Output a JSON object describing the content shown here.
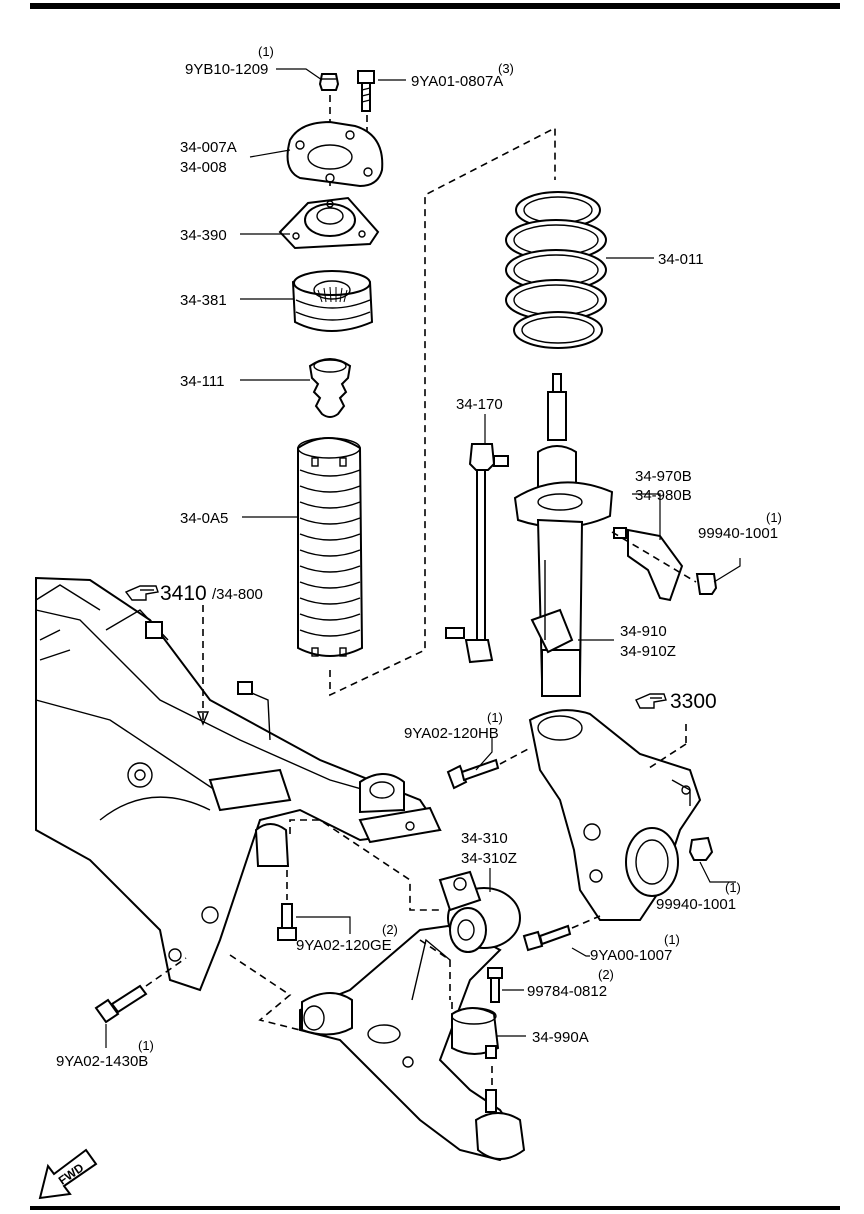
{
  "labels": {
    "nut_top": {
      "part": "9YB10-1209",
      "qty": "(1)"
    },
    "bolt_top": {
      "part": "9YA01-0807A",
      "qty": "(3)"
    },
    "mount_plate": {
      "part1": "34-007A",
      "part2": "34-008"
    },
    "mount": {
      "part": "34-390"
    },
    "bearing": {
      "part": "34-381"
    },
    "bump_stop": {
      "part": "34-111"
    },
    "dust_boot": {
      "part": "34-0A5"
    },
    "coil_spring": {
      "part": "34-011"
    },
    "stabilizer_link": {
      "part": "34-170"
    },
    "bracket": {
      "part1": "34-970B",
      "part2": "34-980B"
    },
    "nut_bracket": {
      "part": "99940-1001",
      "qty": "(1)"
    },
    "strut": {
      "part1": "34-910",
      "part2": "34-910Z"
    },
    "ref_crossmember": {
      "main": "3410",
      "sub": "/34-800"
    },
    "ref_knuckle": {
      "main": "3300"
    },
    "bolt_knuckle": {
      "part": "9YA02-120HB",
      "qty": "(1)"
    },
    "lower_arm": {
      "part1": "34-310",
      "part2": "34-310Z"
    },
    "nut_knuckle": {
      "part": "99940-1001",
      "qty": "(1)"
    },
    "bolt_balljoint": {
      "part": "9YA00-1007",
      "qty": "(1)"
    },
    "bolt_arm_rear": {
      "part": "9YA02-120GE",
      "qty": "(2)"
    },
    "bolt_bush": {
      "part": "99784-0812",
      "qty": "(2)"
    },
    "bushing": {
      "part": "34-990A"
    },
    "bolt_arm_front": {
      "part": "9YA02-1430B",
      "qty": "(1)"
    },
    "fwd": "FWD"
  }
}
